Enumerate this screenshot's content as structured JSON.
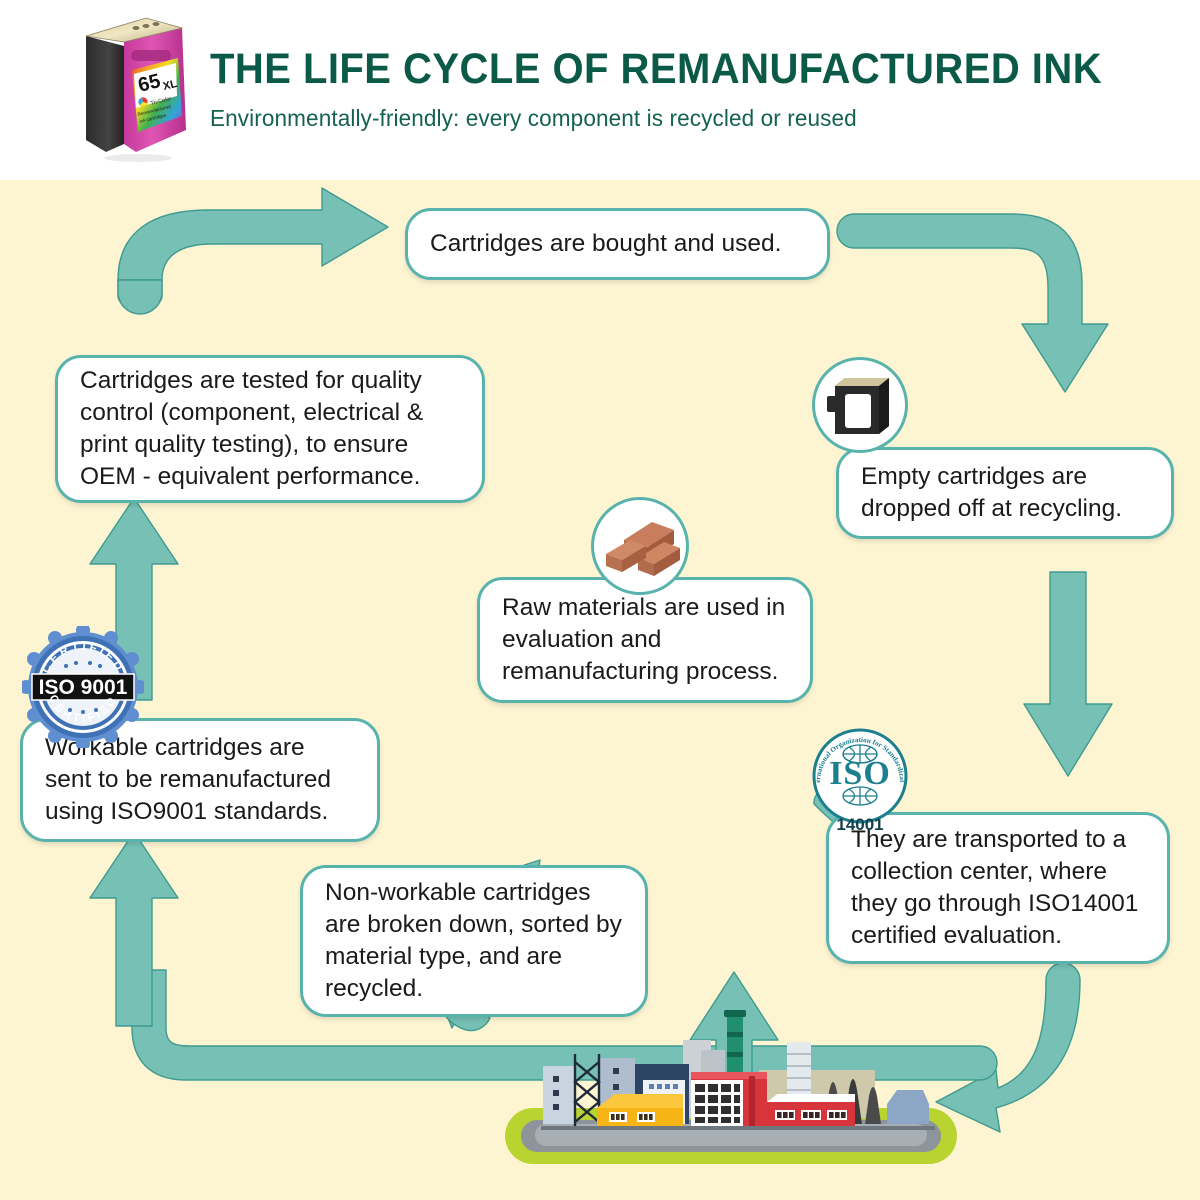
{
  "header": {
    "title": "THE LIFE CYCLE OF REMANUFACTURED INK",
    "subtitle": "Environmentally-friendly: every component is recycled or reused",
    "cartridge_icon": {
      "name": "ink-cartridge-65xl",
      "model": "65",
      "model_suffix": "XL",
      "color_label": "Tri-Color",
      "sub_label": "Remanufactured ink cartridges"
    }
  },
  "colors": {
    "title_green": "#0b5a48",
    "subtitle_green": "#15624f",
    "canvas_background": "#fdf5d2",
    "arrow_teal": "#76c0b5",
    "arrow_teal_stroke": "#3f9b8e",
    "callout_border": "#57b3ac",
    "callout_background": "#ffffff",
    "iso9001_blue": "#3f72b5",
    "iso14001_teal": "#1c7f8e",
    "factory_grass": "#b9d430",
    "factory_red": "#d8343c",
    "factory_yellow": "#f6b415",
    "factory_green_stack": "#1f8f6e"
  },
  "steps": [
    {
      "id": "bought",
      "order": 1,
      "text": "Cartridges are bought and used."
    },
    {
      "id": "empty",
      "order": 2,
      "text": "Empty cartridges are dropped off at recycling.",
      "icon": "empty-cartridge-icon"
    },
    {
      "id": "transport",
      "order": 3,
      "text": "They are transported to a collection center, where they go through ISO14001 certified evaluation.",
      "icon": "iso-14001-badge"
    },
    {
      "id": "nonworkable",
      "order": 4,
      "text": "Non-workable cartridges are broken down, sorted by material type, and are recycled."
    },
    {
      "id": "raw",
      "order": 5,
      "text": "Raw materials are used in evaluation and remanufacturing process.",
      "icon": "bricks-icon"
    },
    {
      "id": "workable",
      "order": 6,
      "text": "Workable cartridges are sent to be remanufactured using ISO9001 standards.",
      "icon": "iso-9001-badge"
    },
    {
      "id": "quality",
      "order": 7,
      "text": "Cartridges are tested for quality control (component, electrical & print quality testing), to ensure OEM - equivalent performance."
    }
  ],
  "badges": {
    "iso9001": {
      "standard": "ISO 9001",
      "top_arc": "CERTIFIED",
      "bottom_arc": "CERTIFIED"
    },
    "iso14001": {
      "acronym": "ISO",
      "number": "14001",
      "arc_text": "International Organization for Standardization"
    }
  },
  "illustrations": {
    "factory": "industrial-factory-illustration",
    "bricks": "stack-of-bricks-icon",
    "empty_cartridge": "black-ink-cartridge-icon"
  }
}
